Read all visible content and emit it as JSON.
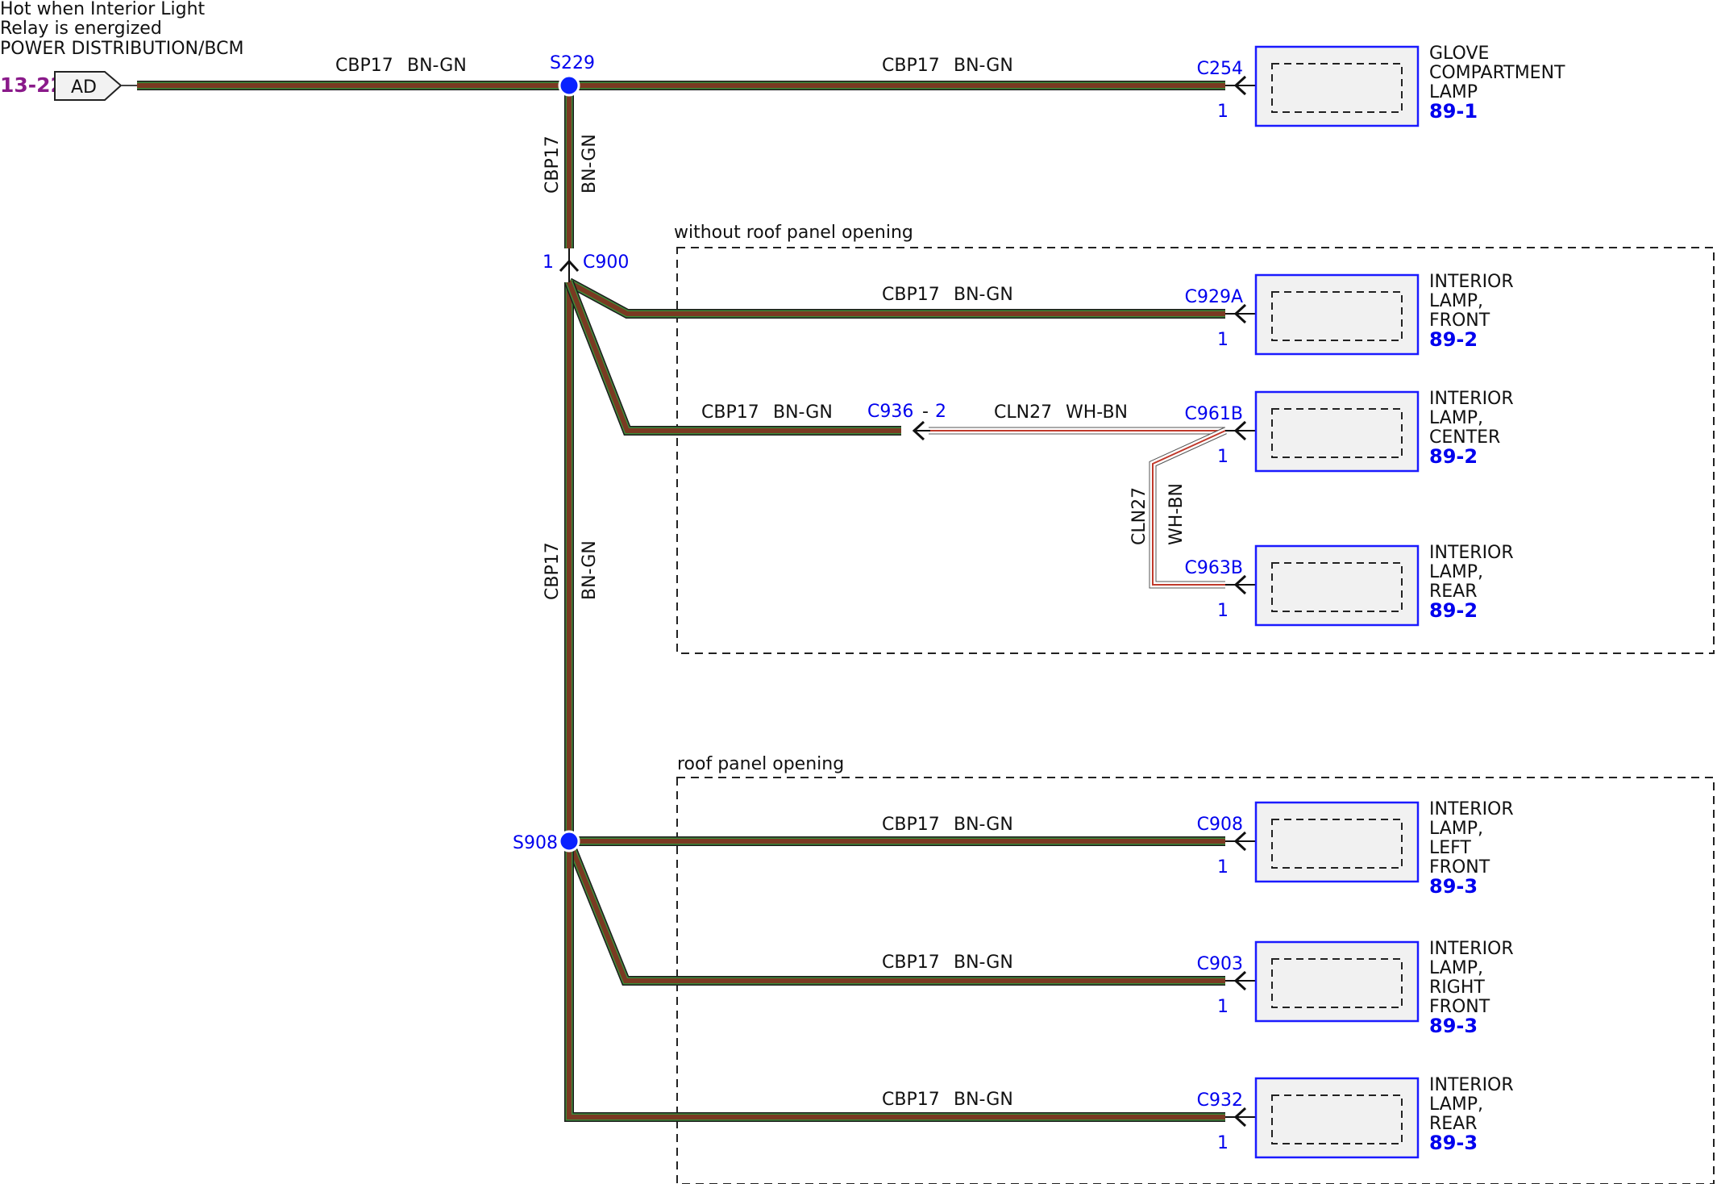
{
  "source": {
    "notes": [
      "Hot when Interior Light",
      "Relay is energized",
      "POWER DISTRIBUTION/BCM"
    ],
    "page_ref": "13-22",
    "connector_label": "AD"
  },
  "wire": {
    "circuit": "CBP17",
    "color": "BN-GN",
    "color_hex": "#7a3a22",
    "stripe_hex": "#3f8a3a"
  },
  "wire2": {
    "circuit": "CLN27",
    "color": "WH-BN",
    "stripe_hex": "#c0392b"
  },
  "splices": {
    "s229": "S229",
    "s908": "S908"
  },
  "c900": {
    "name": "C900",
    "pin": "1"
  },
  "c936": {
    "name": "C936",
    "pin_sep": "-",
    "pin": "2"
  },
  "regions": {
    "without_roof": "without roof panel opening",
    "roof": "roof panel opening"
  },
  "components": [
    {
      "connector": "C254",
      "pin": "1",
      "name": [
        "GLOVE",
        "COMPARTMENT",
        "LAMP"
      ],
      "ref": "89-1"
    },
    {
      "connector": "C929A",
      "pin": "1",
      "name": [
        "INTERIOR",
        "LAMP,",
        "FRONT"
      ],
      "ref": "89-2"
    },
    {
      "connector": "C961B",
      "pin": "1",
      "name": [
        "INTERIOR",
        "LAMP,",
        "CENTER"
      ],
      "ref": "89-2"
    },
    {
      "connector": "C963B",
      "pin": "1",
      "name": [
        "INTERIOR",
        "LAMP,",
        "REAR"
      ],
      "ref": "89-2"
    },
    {
      "connector": "C908",
      "pin": "1",
      "name": [
        "INTERIOR",
        "LAMP,",
        "LEFT",
        "FRONT"
      ],
      "ref": "89-3"
    },
    {
      "connector": "C903",
      "pin": "1",
      "name": [
        "INTERIOR",
        "LAMP,",
        "RIGHT",
        "FRONT"
      ],
      "ref": "89-3"
    },
    {
      "connector": "C932",
      "pin": "1",
      "name": [
        "INTERIOR",
        "LAMP,",
        "REAR"
      ],
      "ref": "89-3"
    }
  ]
}
